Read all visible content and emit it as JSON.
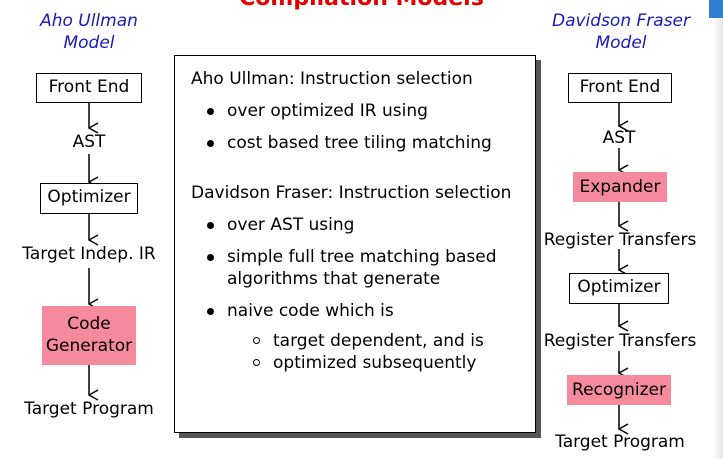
{
  "title": "Compilation Models",
  "colors": {
    "title": "#e00000",
    "model_title": "#1a1ab8",
    "highlight_fill": "#f58a9c"
  },
  "left_model": {
    "title_line1": "Aho Ullman",
    "title_line2": "Model",
    "steps": {
      "front_end": "Front End",
      "ast": "AST",
      "optimizer": "Optimizer",
      "target_indep_ir": "Target Indep. IR",
      "code_generator_line1": "Code",
      "code_generator_line2": "Generator",
      "target_program": "Target Program"
    }
  },
  "right_model": {
    "title_line1": "Davidson Fraser",
    "title_line2": "Model",
    "steps": {
      "front_end": "Front End",
      "ast": "AST",
      "expander": "Expander",
      "register_transfers_1": "Register Transfers",
      "optimizer": "Optimizer",
      "register_transfers_2": "Register Transfers",
      "recognizer": "Recognizer",
      "target_program": "Target Program"
    }
  },
  "comparison": {
    "aho_heading": "Aho Ullman: Instruction selection",
    "aho_points": [
      "over optimized IR using",
      "cost based tree tiling matching"
    ],
    "df_heading": "Davidson Fraser: Instruction selection",
    "df_points": {
      "p1": "over AST using",
      "p2_line1": "simple full tree matching based",
      "p2_line2": "algorithms that generate",
      "p3": "naive code which is",
      "sub": [
        "target dependent, and is",
        "optimized subsequently"
      ]
    }
  }
}
